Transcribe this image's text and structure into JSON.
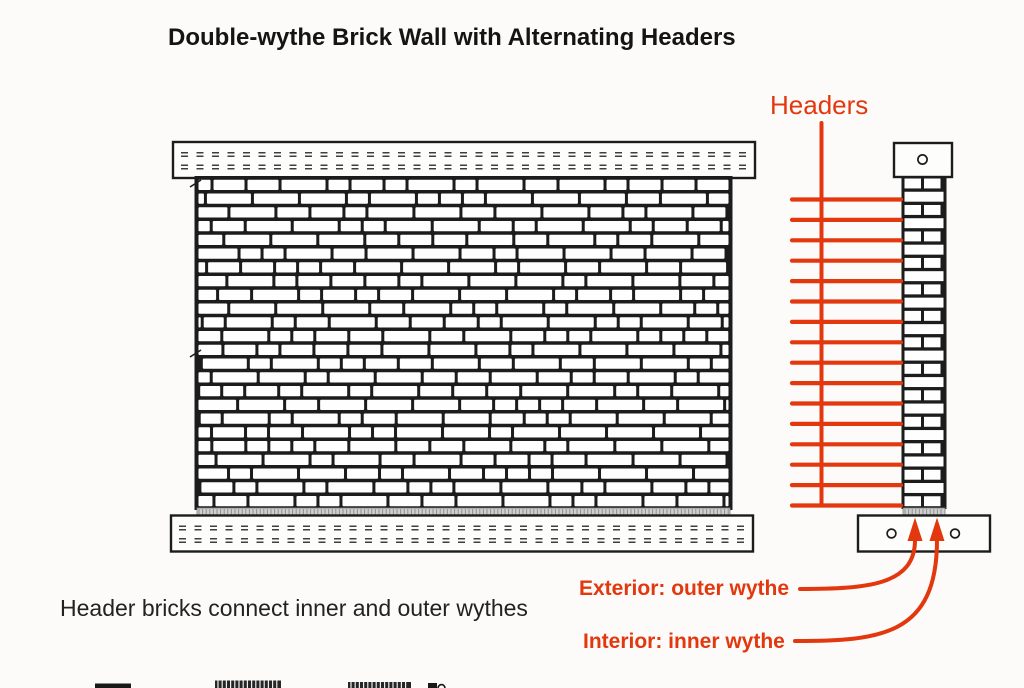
{
  "page": {
    "background": "#fcfbf9"
  },
  "title": "Double-wythe Brick Wall with Alternating Headers",
  "caption": "Header bricks connect inner and outer wythes",
  "annotations": {
    "headers_label": "Headers",
    "exterior_label": "Exterior: outer wythe",
    "interior_label": "Interior: inner wythe",
    "header_line_count": 16
  },
  "colors": {
    "accent_red": "#e3370e",
    "ink": "#1c1c1c"
  }
}
